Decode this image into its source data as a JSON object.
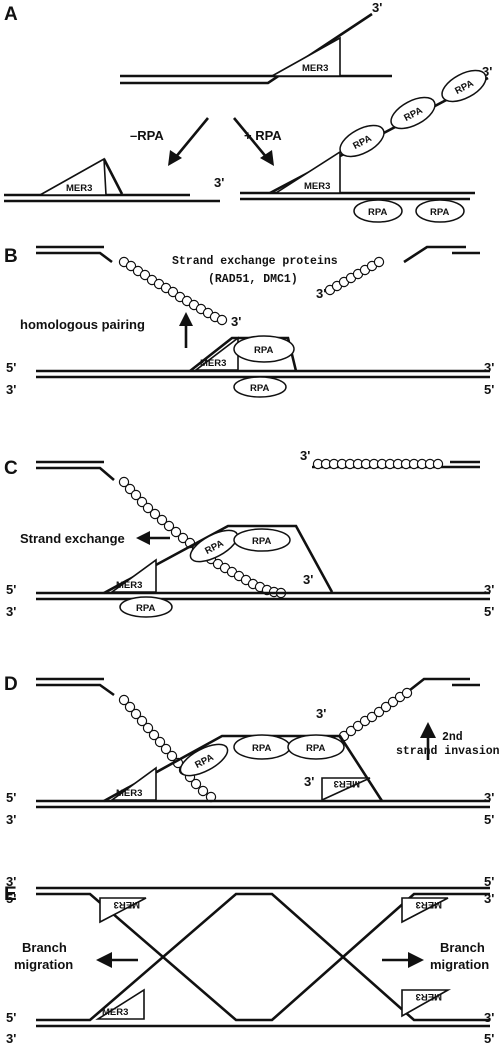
{
  "panels": [
    {
      "letter": "A"
    },
    {
      "letter": "B"
    },
    {
      "letter": "C"
    },
    {
      "letter": "D"
    },
    {
      "letter": "E"
    }
  ],
  "labels": {
    "minus_rpa": "–RPA",
    "plus_rpa": "+ RPA",
    "strand_exchange_proteins": "Strand exchange proteins",
    "strand_exchange_proteins_sub": "(RAD51, DMC1)",
    "homologous_pairing": "homologous pairing",
    "strand_exchange": "Strand exchange",
    "second_invasion_line1": "2nd",
    "second_invasion_line2": "strand invasion",
    "branch": "Branch",
    "migration": "migration"
  },
  "ends": {
    "three": "3'",
    "five": "5'"
  },
  "proteins": {
    "mer3": "MER3",
    "rpa": "RPA"
  }
}
